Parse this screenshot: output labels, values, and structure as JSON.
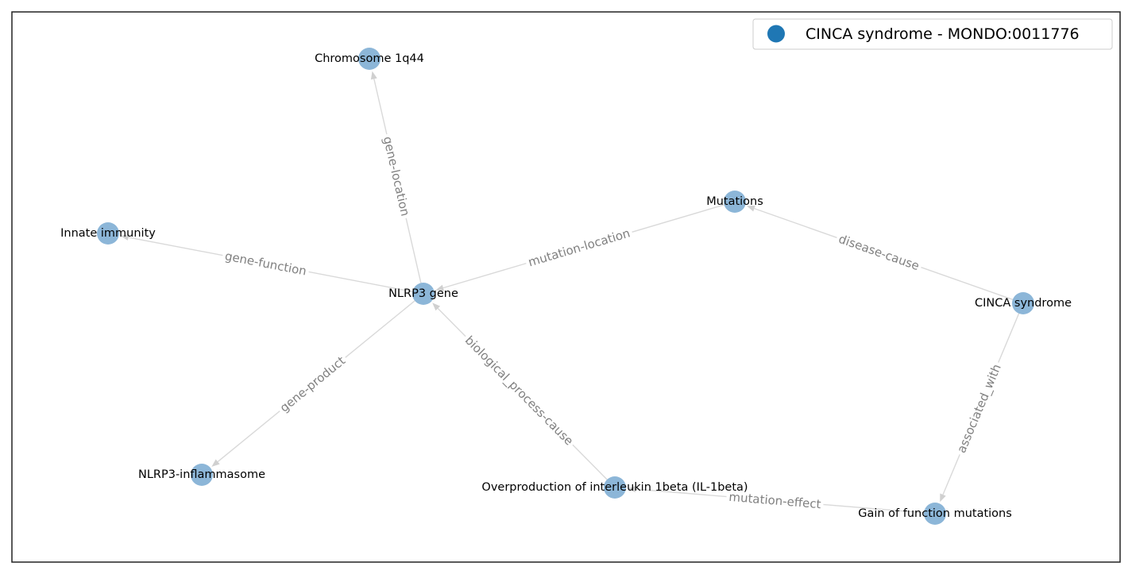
{
  "legend": {
    "label": "CINCA syndrome - MONDO:0011776",
    "color": "#1f77b4"
  },
  "colors": {
    "node": "#8cb6d8",
    "edge": "#d9d9d9",
    "edge_label": "#808080"
  },
  "nodes": [
    {
      "id": "chromosome",
      "label": "Chromosome 1q44"
    },
    {
      "id": "innate",
      "label": "Innate immunity"
    },
    {
      "id": "nlrp3",
      "label": "NLRP3 gene"
    },
    {
      "id": "mutations",
      "label": "Mutations"
    },
    {
      "id": "cinca",
      "label": "CINCA syndrome"
    },
    {
      "id": "inflammasome",
      "label": "NLRP3-inflammasome"
    },
    {
      "id": "il1beta",
      "label": "Overproduction of interleukin 1beta (IL-1beta)"
    },
    {
      "id": "gof",
      "label": "Gain of function mutations"
    }
  ],
  "edges": [
    {
      "source": "nlrp3",
      "target": "chromosome",
      "label": "gene-location"
    },
    {
      "source": "nlrp3",
      "target": "innate",
      "label": "gene-function"
    },
    {
      "source": "mutations",
      "target": "nlrp3",
      "label": "mutation-location"
    },
    {
      "source": "cinca",
      "target": "mutations",
      "label": "disease-cause"
    },
    {
      "source": "nlrp3",
      "target": "inflammasome",
      "label": "gene-product"
    },
    {
      "source": "il1beta",
      "target": "nlrp3",
      "label": "biological_process-cause"
    },
    {
      "source": "cinca",
      "target": "gof",
      "label": "associated_with"
    },
    {
      "source": "gof",
      "target": "il1beta",
      "label": "mutation-effect"
    }
  ]
}
